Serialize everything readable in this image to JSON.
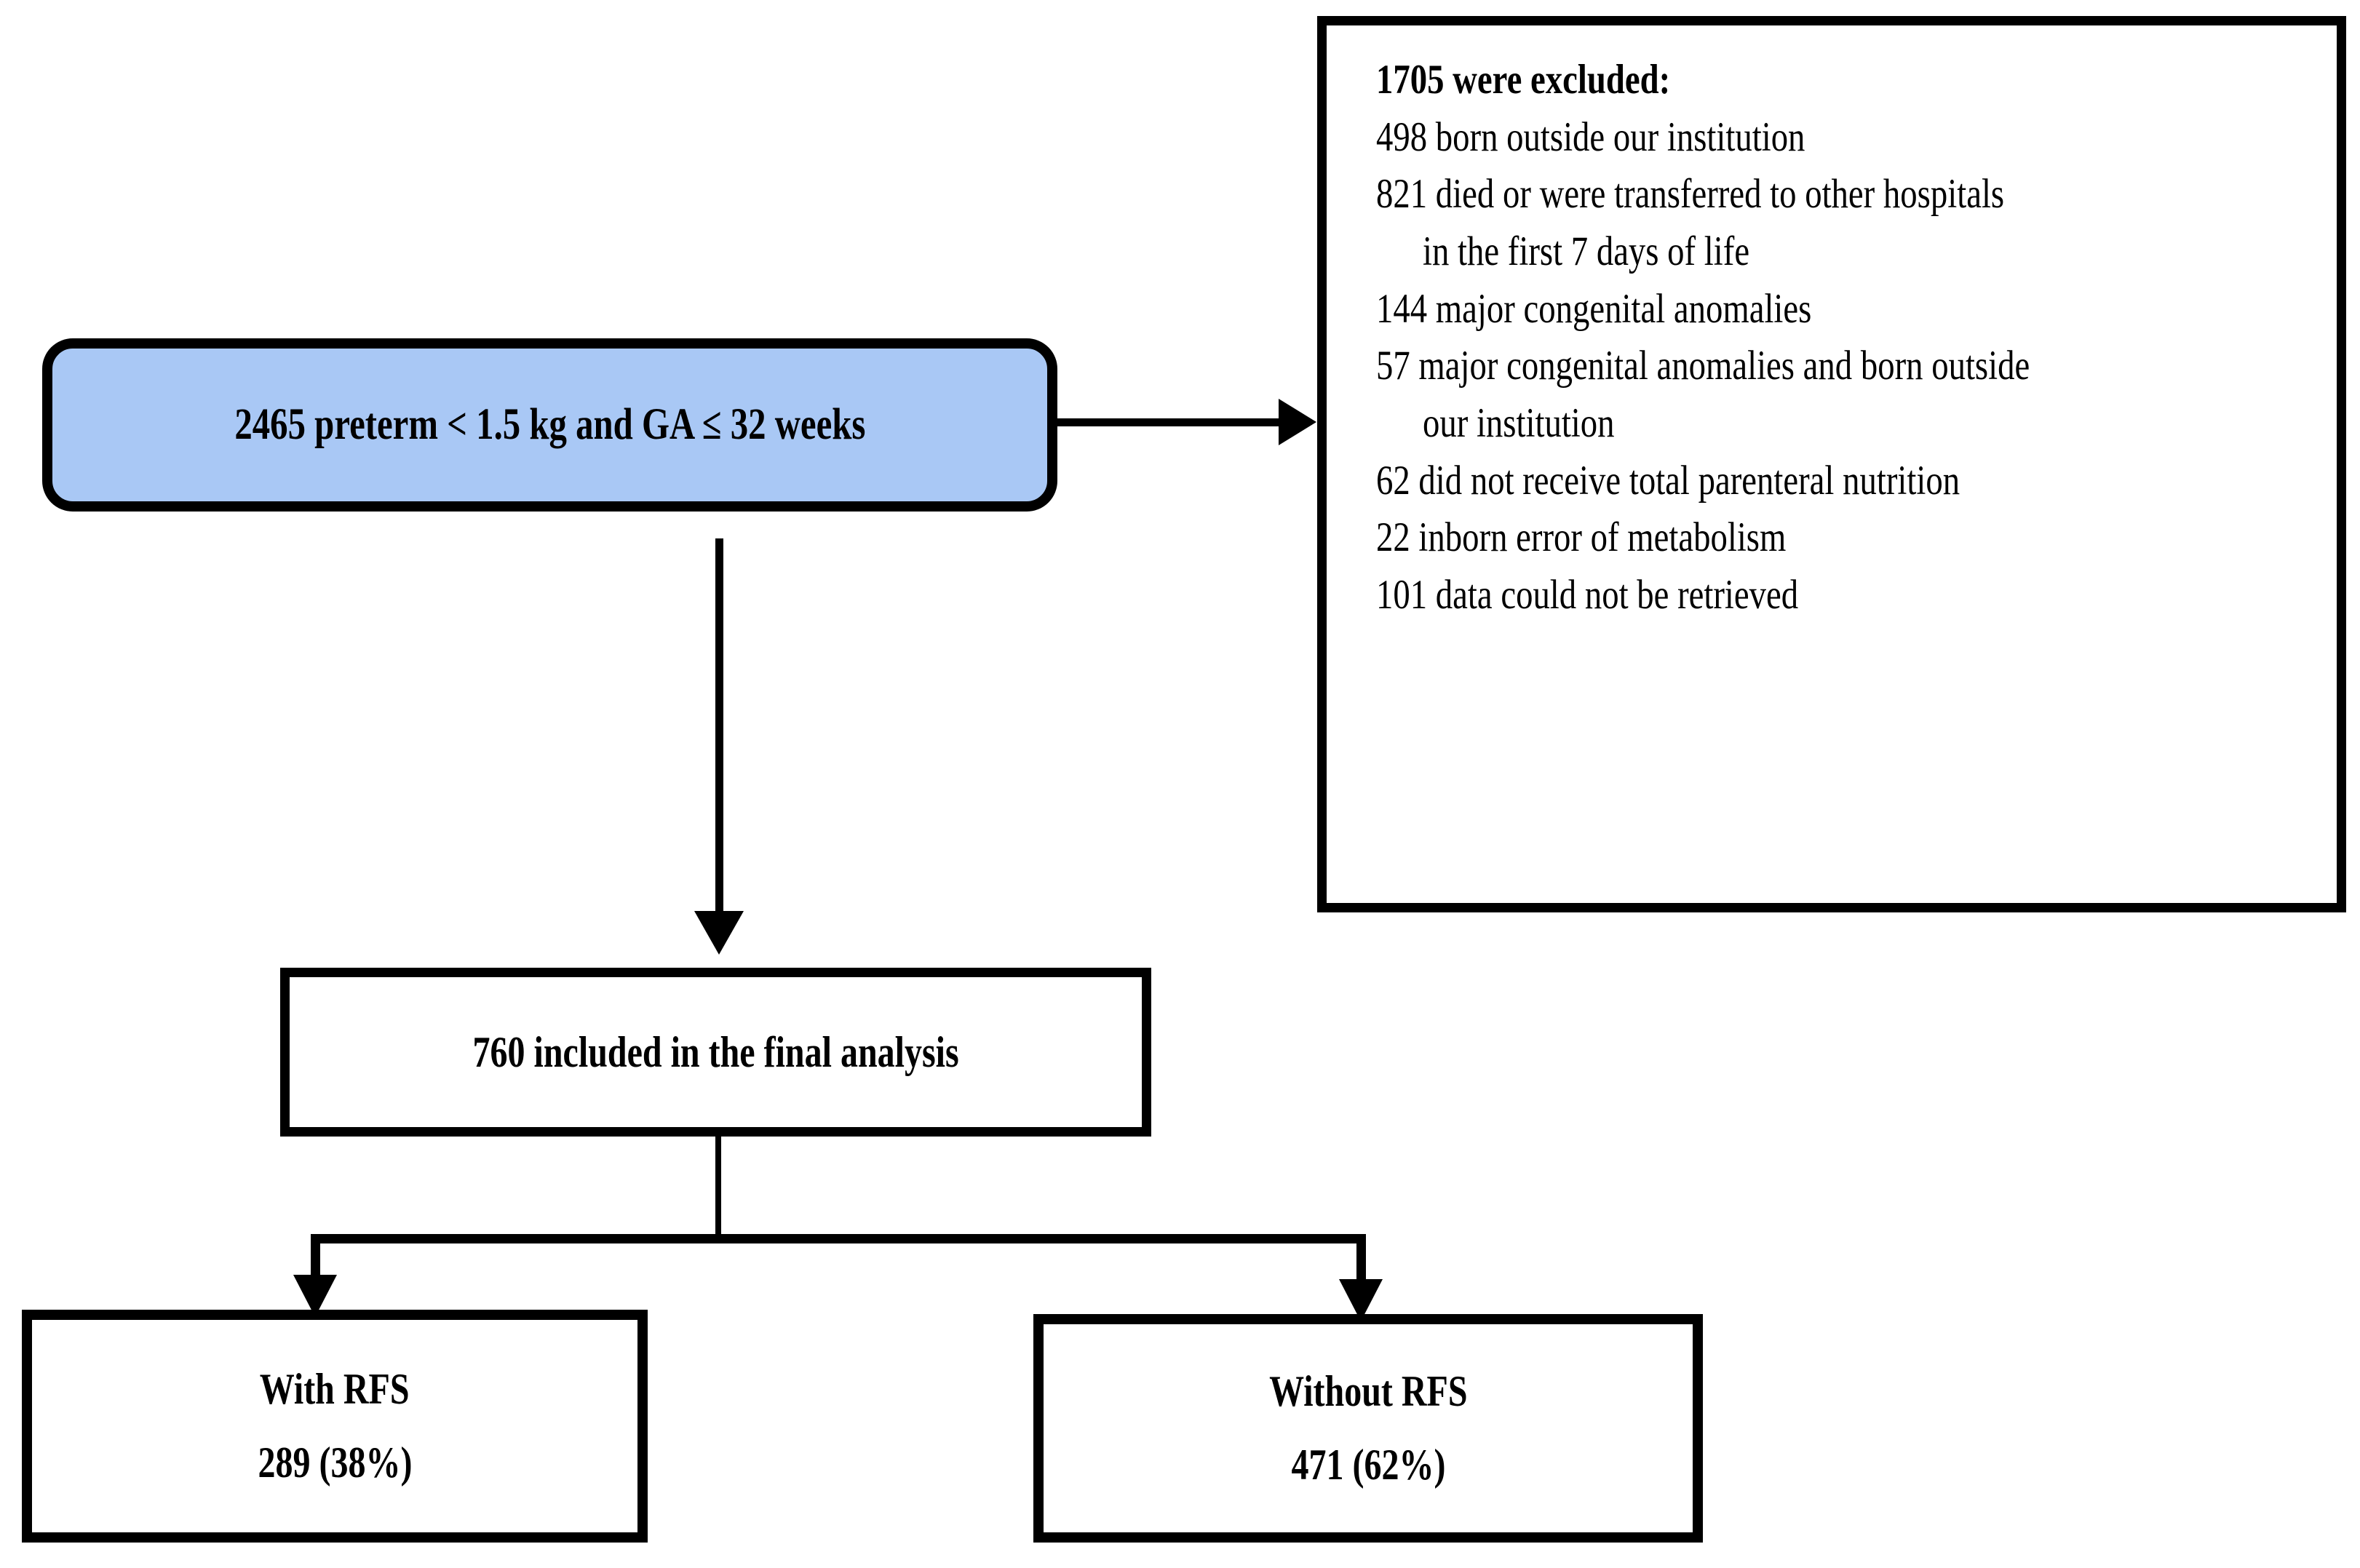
{
  "figure": {
    "type": "flowchart",
    "title": "Study population flow diagram"
  },
  "colors": {
    "cohort_box_fill": "#a9c8f5",
    "border": "#000000",
    "background": "#ffffff",
    "text": "#000000"
  },
  "nodes": {
    "cohort": {
      "label": "2465 preterm < 1.5 kg and GA ≤ 32 weeks",
      "count": 2465,
      "shape": "rounded-rectangle",
      "fill": "#a9c8f5"
    },
    "excluded": {
      "heading": "1705 were excluded:",
      "count": 1705,
      "reasons": [
        {
          "n": 498,
          "text": "498 born outside our institution",
          "indent": false
        },
        {
          "n": 821,
          "text": "821 died or were transferred to other hospitals",
          "indent": false
        },
        {
          "n": null,
          "text": "in the first 7 days of life",
          "indent": true
        },
        {
          "n": 144,
          "text": "144 major congenital anomalies",
          "indent": false
        },
        {
          "n": 57,
          "text": "57 major congenital anomalies and born outside",
          "indent": false
        },
        {
          "n": null,
          "text": "our institution",
          "indent": true
        },
        {
          "n": 62,
          "text": "62 did not receive total parenteral nutrition",
          "indent": false
        },
        {
          "n": 22,
          "text": "22 inborn error of metabolism",
          "indent": false
        },
        {
          "n": 101,
          "text": "101 data could not be retrieved",
          "indent": false
        }
      ]
    },
    "included": {
      "label": "760 included in the final analysis",
      "count": 760
    },
    "with_rfs": {
      "line1": "With RFS",
      "line2": "289 (38%)",
      "count": 289,
      "percent": "38%"
    },
    "without_rfs": {
      "line1": "Without RFS",
      "line2": "471 (62%)",
      "count": 471,
      "percent": "62%"
    }
  },
  "edges": [
    {
      "from": "cohort",
      "to": "excluded",
      "direction": "right"
    },
    {
      "from": "cohort",
      "to": "included",
      "direction": "down"
    },
    {
      "from": "included",
      "to": "with_rfs",
      "direction": "down-left"
    },
    {
      "from": "included",
      "to": "without_rfs",
      "direction": "down-right"
    }
  ]
}
